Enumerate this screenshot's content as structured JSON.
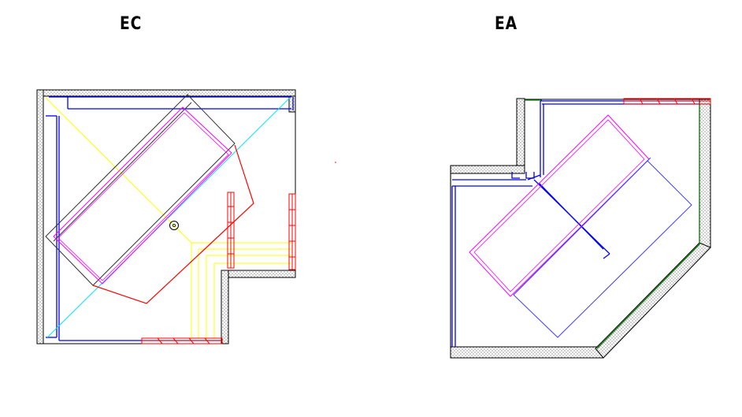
{
  "plans": [
    {
      "id": "ec",
      "label": "EC"
    },
    {
      "id": "ea",
      "label": "EA"
    }
  ],
  "colors": {
    "background": "#ffffff",
    "wall_outline": "#000000",
    "wall_hatch": "#9a9a9a",
    "blue": "#0000ff",
    "magenta": "#ff00ff",
    "red": "#ff0000",
    "yellow": "#ffff00",
    "cyan": "#00ffff",
    "green": "#007a00",
    "dark": "#333333"
  }
}
